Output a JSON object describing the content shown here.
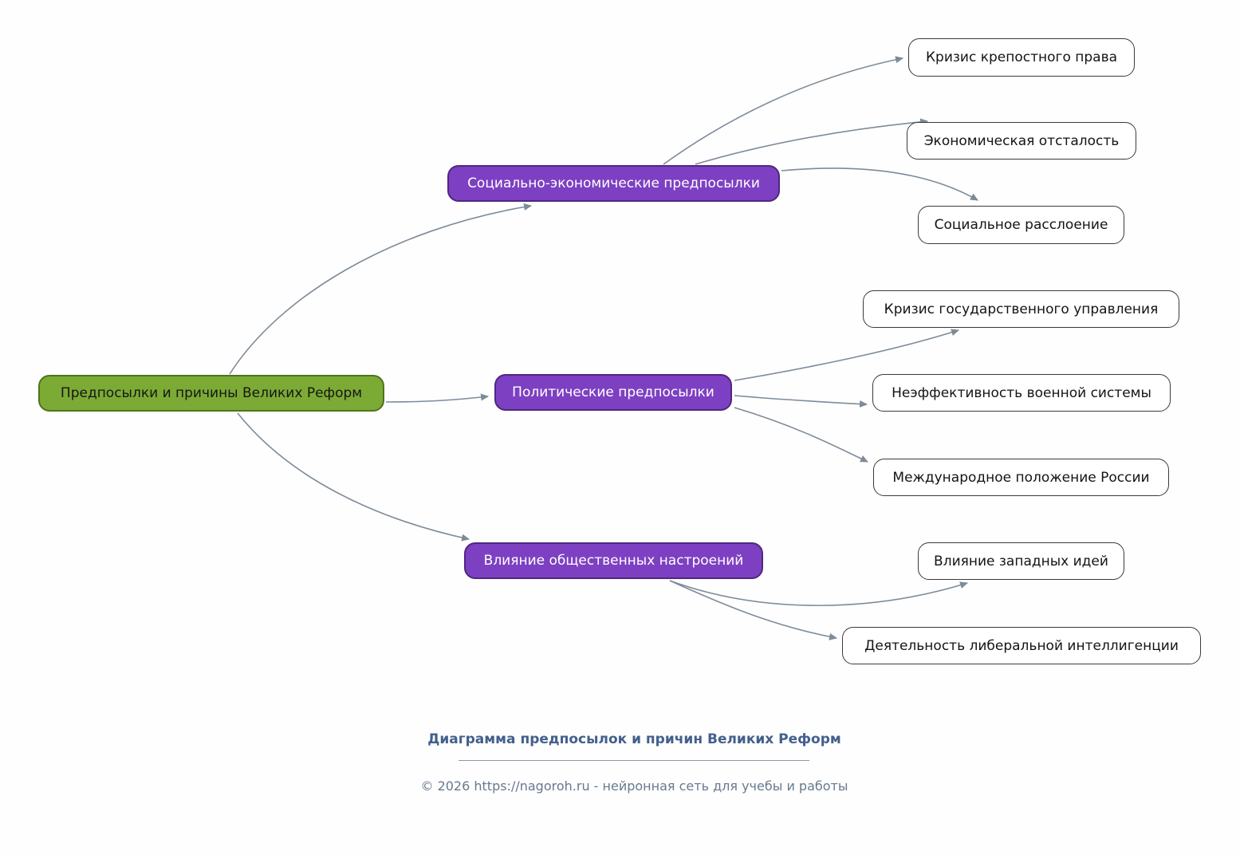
{
  "diagram": {
    "root": {
      "label": "Предпосылки и причины Великих Реформ"
    },
    "branches": [
      {
        "label": "Социально-экономические предпосылки",
        "children": [
          {
            "label": "Кризис крепостного права"
          },
          {
            "label": "Экономическая отсталость"
          },
          {
            "label": "Социальное расслоение"
          }
        ]
      },
      {
        "label": "Политические предпосылки",
        "children": [
          {
            "label": "Кризис государственного управления"
          },
          {
            "label": "Неэффективность военной системы"
          },
          {
            "label": "Международное положение России"
          }
        ]
      },
      {
        "label": "Влияние общественных настроений",
        "children": [
          {
            "label": "Влияние западных идей"
          },
          {
            "label": "Деятельность либеральной интеллигенции"
          }
        ]
      }
    ]
  },
  "footer": {
    "title": "Диаграмма предпосылок и причин Великих Реформ",
    "copyright": "© 2026 https://nagoroh.ru - нейронная сеть для учебы и работы"
  },
  "colors": {
    "root_fill": "#7cab35",
    "root_border": "#4f721d",
    "root_text": "#161616",
    "branch_fill": "#7d40c2",
    "branch_border": "#50277e",
    "branch_text": "#ffffff",
    "leaf_fill": "#ffffff",
    "leaf_border": "#3a3a3a",
    "leaf_text": "#141414",
    "edge_color": "#7d8b99",
    "footer_title_color": "#43608c",
    "footer_text_color": "#68798f",
    "divider_color": "#8b99a8"
  }
}
